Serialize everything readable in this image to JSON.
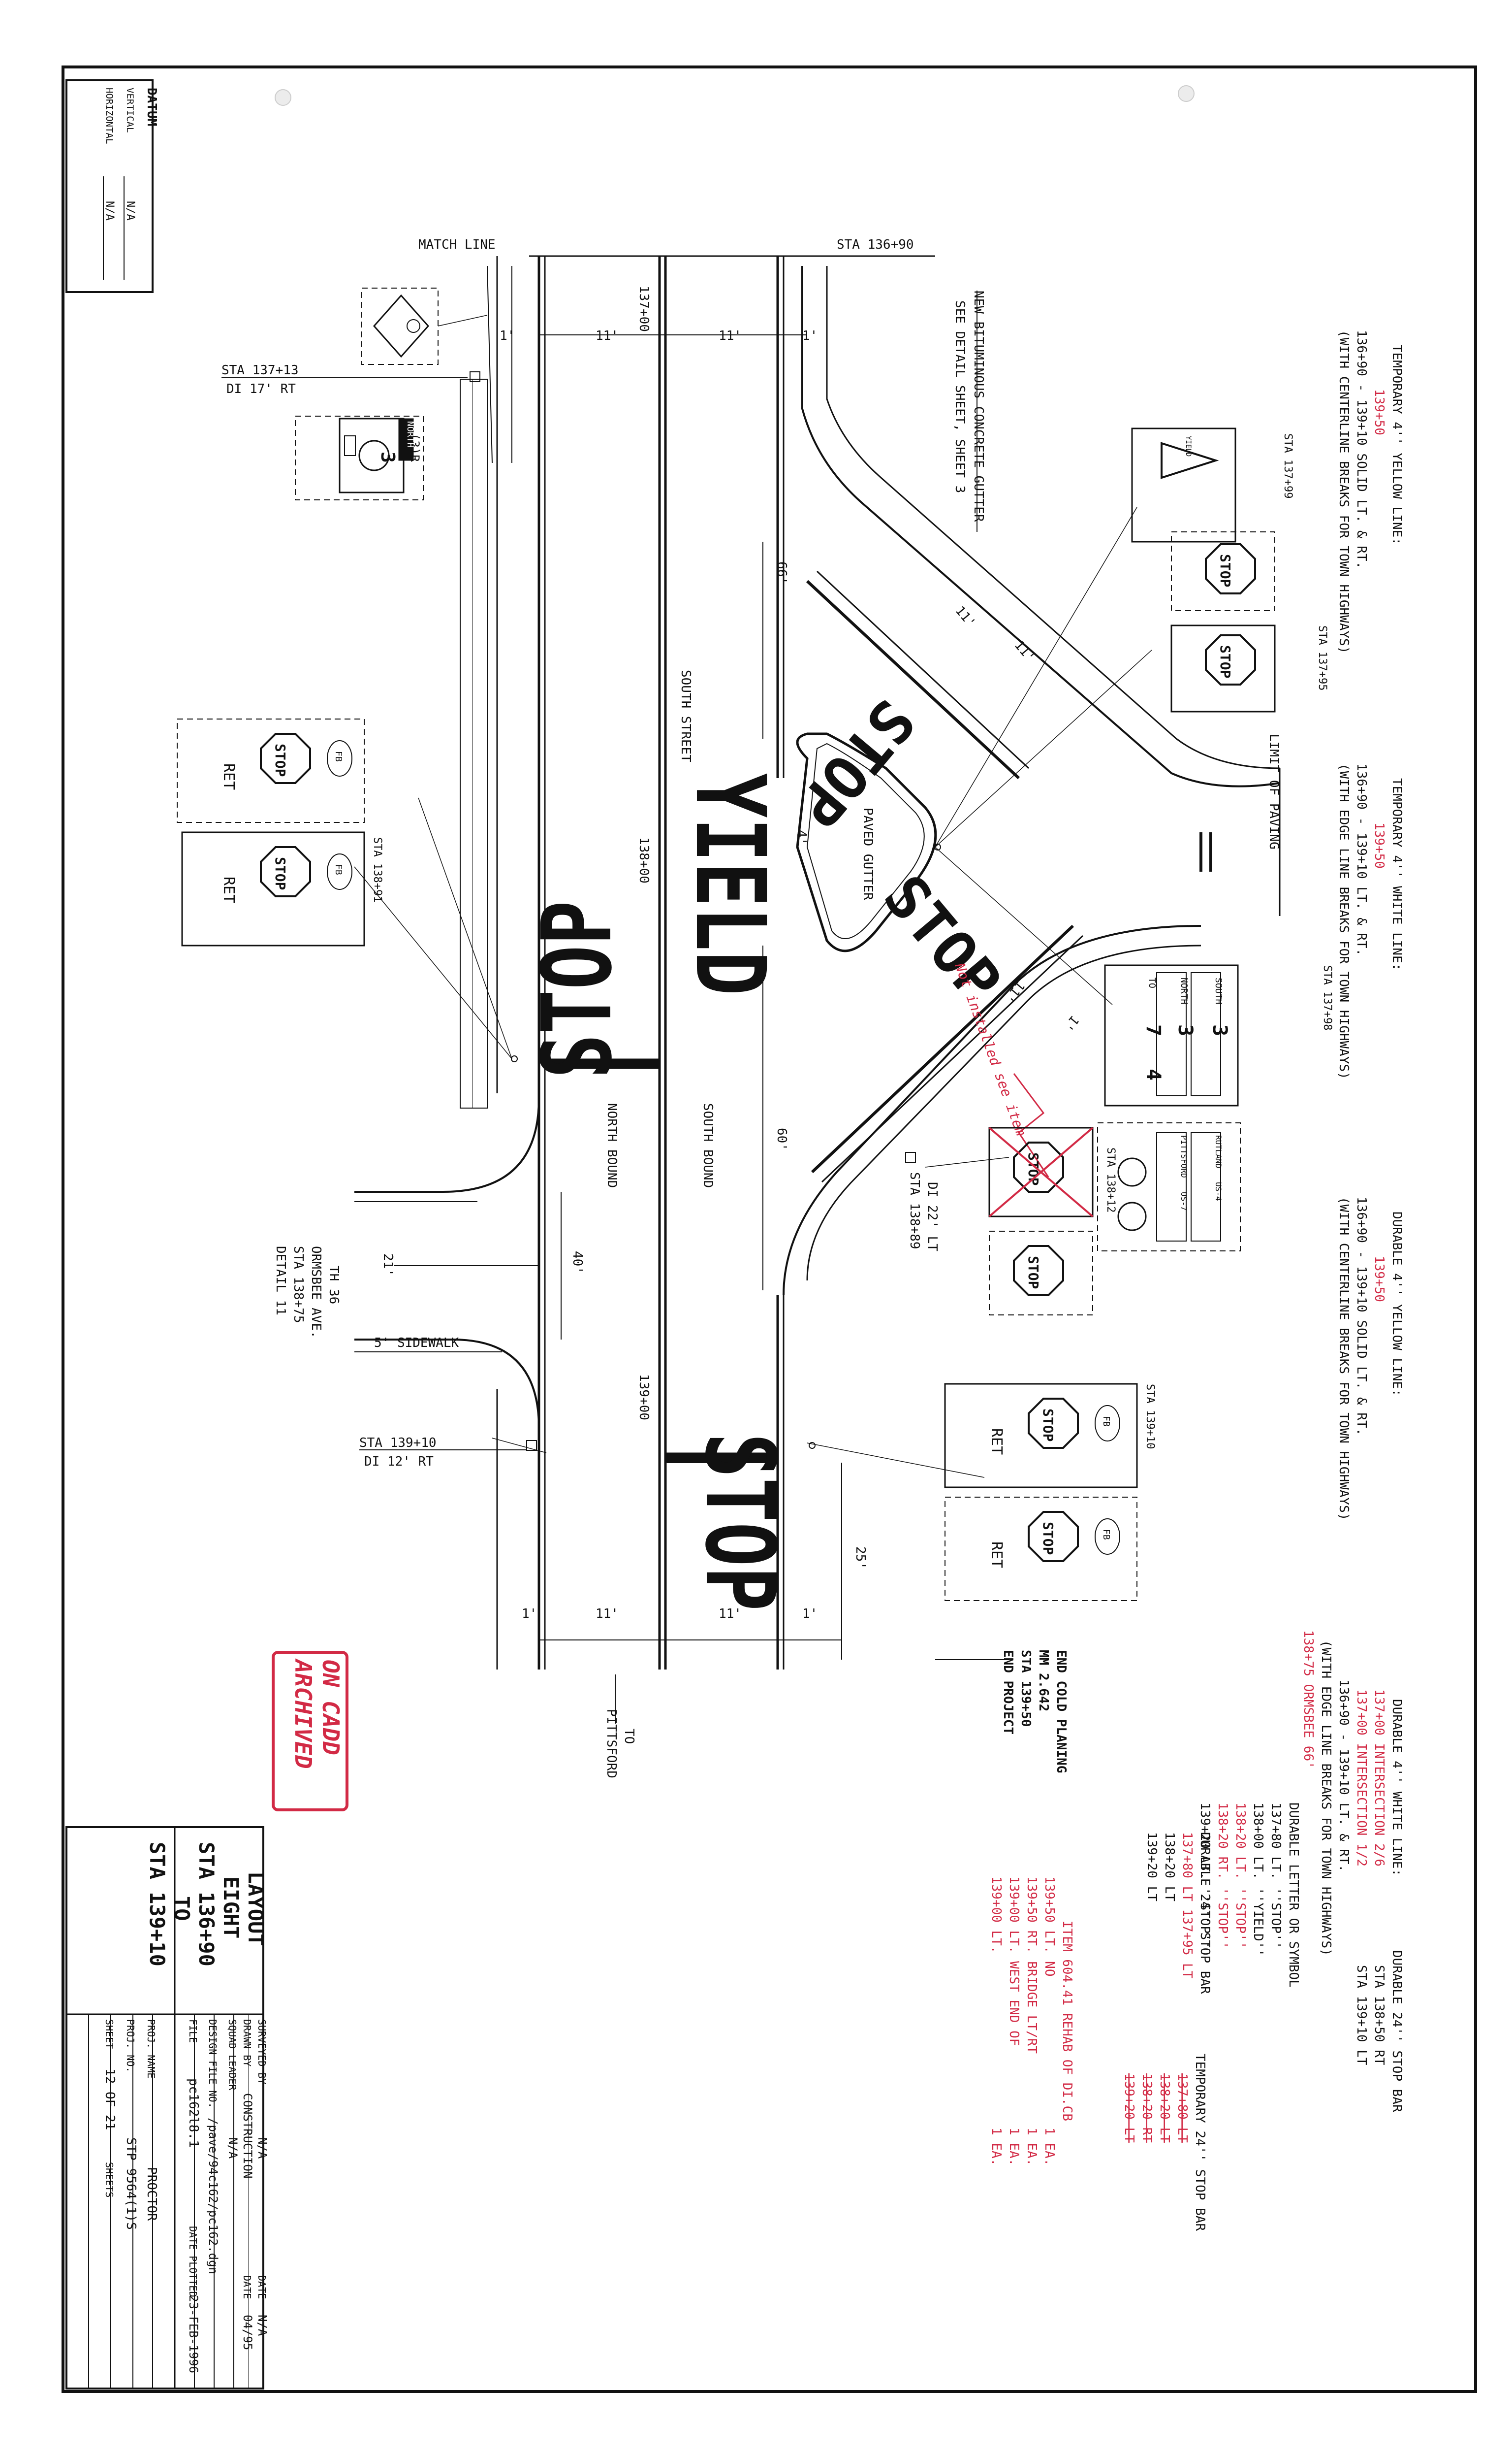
{
  "datum": {
    "title": "DATUM",
    "vertical_label": "VERTICAL",
    "vertical_value": "N/A",
    "horizontal_label": "HORIZONTAL",
    "horizontal_value": "N/A"
  },
  "top_notes": {
    "match_line": "MATCH LINE",
    "sta_start": "STA 136+90",
    "temp_yellow_title": "TEMPORARY 4'' YELLOW LINE:",
    "temp_yellow_range": "136+90 - 139+10 SOLID LT. & RT.",
    "temp_yellow_red": "139+50",
    "temp_yellow_note": "(WITH CENTERLINE BREAKS FOR TOWN HIGHWAYS)",
    "temp_white_title": "TEMPORARY 4'' WHITE LINE:",
    "temp_white_range": "136+90 - 139+10 LT. & RT.",
    "temp_white_red": "139+50",
    "temp_white_note": "(WITH EDGE LINE BREAKS FOR TOWN HIGHWAYS)",
    "limit_of_paving": "LIMIT OF PAVING",
    "dur_yellow_title": "DURABLE 4'' YELLOW LINE:",
    "dur_yellow_range": "136+90 - 139+10 SOLID LT. & RT.",
    "dur_yellow_red": "139+50",
    "dur_yellow_note": "(WITH CENTERLINE BREAKS FOR TOWN HIGHWAYS)",
    "dur_white_title": "DURABLE 4'' WHITE LINE:",
    "dur_white_red1": "137+00 INTERSECTION 2/6",
    "dur_white_red2": "137+00 INTERSECTION 1/2",
    "dur_white_range": "136+90 - 139+10 LT. & RT.",
    "dur_white_note": "(WITH EDGE LINE BREAKS FOR TOWN HIGHWAYS)",
    "dur_white_red3": "138+75 ORMSBEE 66'",
    "stop_bar_title": "DURABLE 24'' STOP BAR",
    "stop_bar_a": "STA 138+50 RT",
    "stop_bar_b": "STA 139+10 LT"
  },
  "legend": {
    "letter_title": "DURABLE LETTER OR SYMBOL",
    "letter_items": [
      "137+80 LT. ''STOP''",
      "138+00 LT. ''YIELD''",
      "138+20 LT. ''STOP''",
      "138+20 RT. ''STOP''",
      "139+20 LT. ''STOP''"
    ],
    "dur_stop_title": "DURABLE 24'' STOP BAR",
    "dur_stop_items": [
      "137+80 LT 137+95 LT",
      "138+20 LT",
      "139+20 LT"
    ],
    "temp_stop_title": "TEMPORARY 24'' STOP BAR",
    "temp_stop_items": [
      "137+80 LT",
      "138+20 LT",
      "138+20 RT",
      "139+20 LT"
    ],
    "item_title": "ITEM 604.41 REHAB OF DI.CB",
    "item_rows": [
      {
        "desc": "139+50 LT. NO",
        "qty": "1 EA."
      },
      {
        "desc": "139+50 RT. BRIDGE LT/RT",
        "qty": "1 EA."
      },
      {
        "desc": "139+00 LT. WEST END OF",
        "qty": "1 EA."
      },
      {
        "desc": "139+00 LT.",
        "qty": "1 EA."
      }
    ]
  },
  "plan": {
    "lane_dims": [
      "1'",
      "11'",
      "11'",
      "1'"
    ],
    "sta_137_00": "137+00",
    "sta_138_00": "138+00",
    "sta_139_00": "139+00",
    "dim_66": "66'",
    "dim_60": "60'",
    "dim_40": "40'",
    "dim_21": "21'",
    "dim_25": "25'",
    "dim_4": "4'",
    "dim_11a": "11'",
    "dim_11b": "11'",
    "dim_11c": "11'",
    "dim_1a": "1'",
    "south_street": "SOUTH STREET",
    "north_bound": "NORTH BOUND",
    "south_bound": "SOUTH BOUND",
    "yield_word": "YIELD",
    "stop_word": "STOP",
    "sidewalk": "5' SIDEWALK",
    "th36": "TH 36",
    "ormsbee": "ORMSBEE AVE.",
    "ormsbee_sta": "STA 138+75",
    "ormsbee_detail": "DETAIL 11",
    "gutter_note1": "NEW BITUMINOUS CONCRETE GUTTER",
    "gutter_note2": "SEE DETAIL SHEET, SHEET 3",
    "paved_gutter": "PAVED GUTTER",
    "di1_sta": "STA 137+13",
    "di1_off": "DI 17' RT",
    "di2_sta": "STA 138+89",
    "di2_off": "DI 22' LT",
    "di3_sta": "STA 139+10",
    "di3_off": "DI 12' RT",
    "to_pittsford_1": "TO",
    "to_pittsford_2": "PITTSFORD",
    "end_project_1": "END PROJECT",
    "end_project_2": "STA 139+50",
    "end_project_3": "MM 2.642",
    "end_project_4": "END COLD PLANING",
    "handwritten": "Not installed see item",
    "archived_1": "ARCHIVED",
    "archived_2": "ON CADD"
  },
  "signs": {
    "yield_sign": "YIELD",
    "stop": "STOP",
    "north": "NORTH",
    "south": "SOUTH",
    "to": "TO",
    "route3": "3",
    "route7": "7",
    "route4": "4",
    "route13": "(3)R",
    "rutland": "RUTLAND",
    "us4": "US-4",
    "pittsford": "PITTSFORD",
    "us7": "US-7",
    "ret": "RET",
    "fb": "FB",
    "n": "N",
    "r": "R",
    "sta_137_99": "STA 137+99",
    "sta_137_95": "STA 137+95",
    "sta_137_98": "STA 137+98",
    "sta_138_12": "STA 138+12",
    "sta_138_91": "STA 138+91",
    "sta_139_10": "STA 139+10"
  },
  "title_block": {
    "layout": "LAYOUT",
    "eight": "EIGHT",
    "sta_from": "STA 136+90",
    "to": "TO",
    "sta_to": "STA 139+10",
    "surveyed_label": "SURVEYED BY",
    "surveyed": "N/A",
    "surveyed_date_label": "DATE",
    "surveyed_date": "N/A",
    "drawn_label": "DRAWN BY",
    "drawn": "CONSTRUCTION",
    "drawn_date_label": "DATE",
    "drawn_date": "04/95",
    "squad_label": "SQUAD LEADER",
    "squad": "N/A",
    "design_label": "DESIGN FILE NO.",
    "design": "/pave/94c162/pc162.dgn",
    "file_label": "FILE",
    "file": "pc162l8.1",
    "plotted_label": "DATE PLOTTED",
    "plotted": "23-FEB-1996",
    "proj_name_label": "PROJ. NAME",
    "proj_name": "PROCTOR",
    "proj_no_label": "PROJ. NO.",
    "proj_no": "STP 9564(1)S",
    "sheet_label": "SHEET",
    "sheet": "12 OF 21",
    "sheets_label": "SHEETS"
  }
}
